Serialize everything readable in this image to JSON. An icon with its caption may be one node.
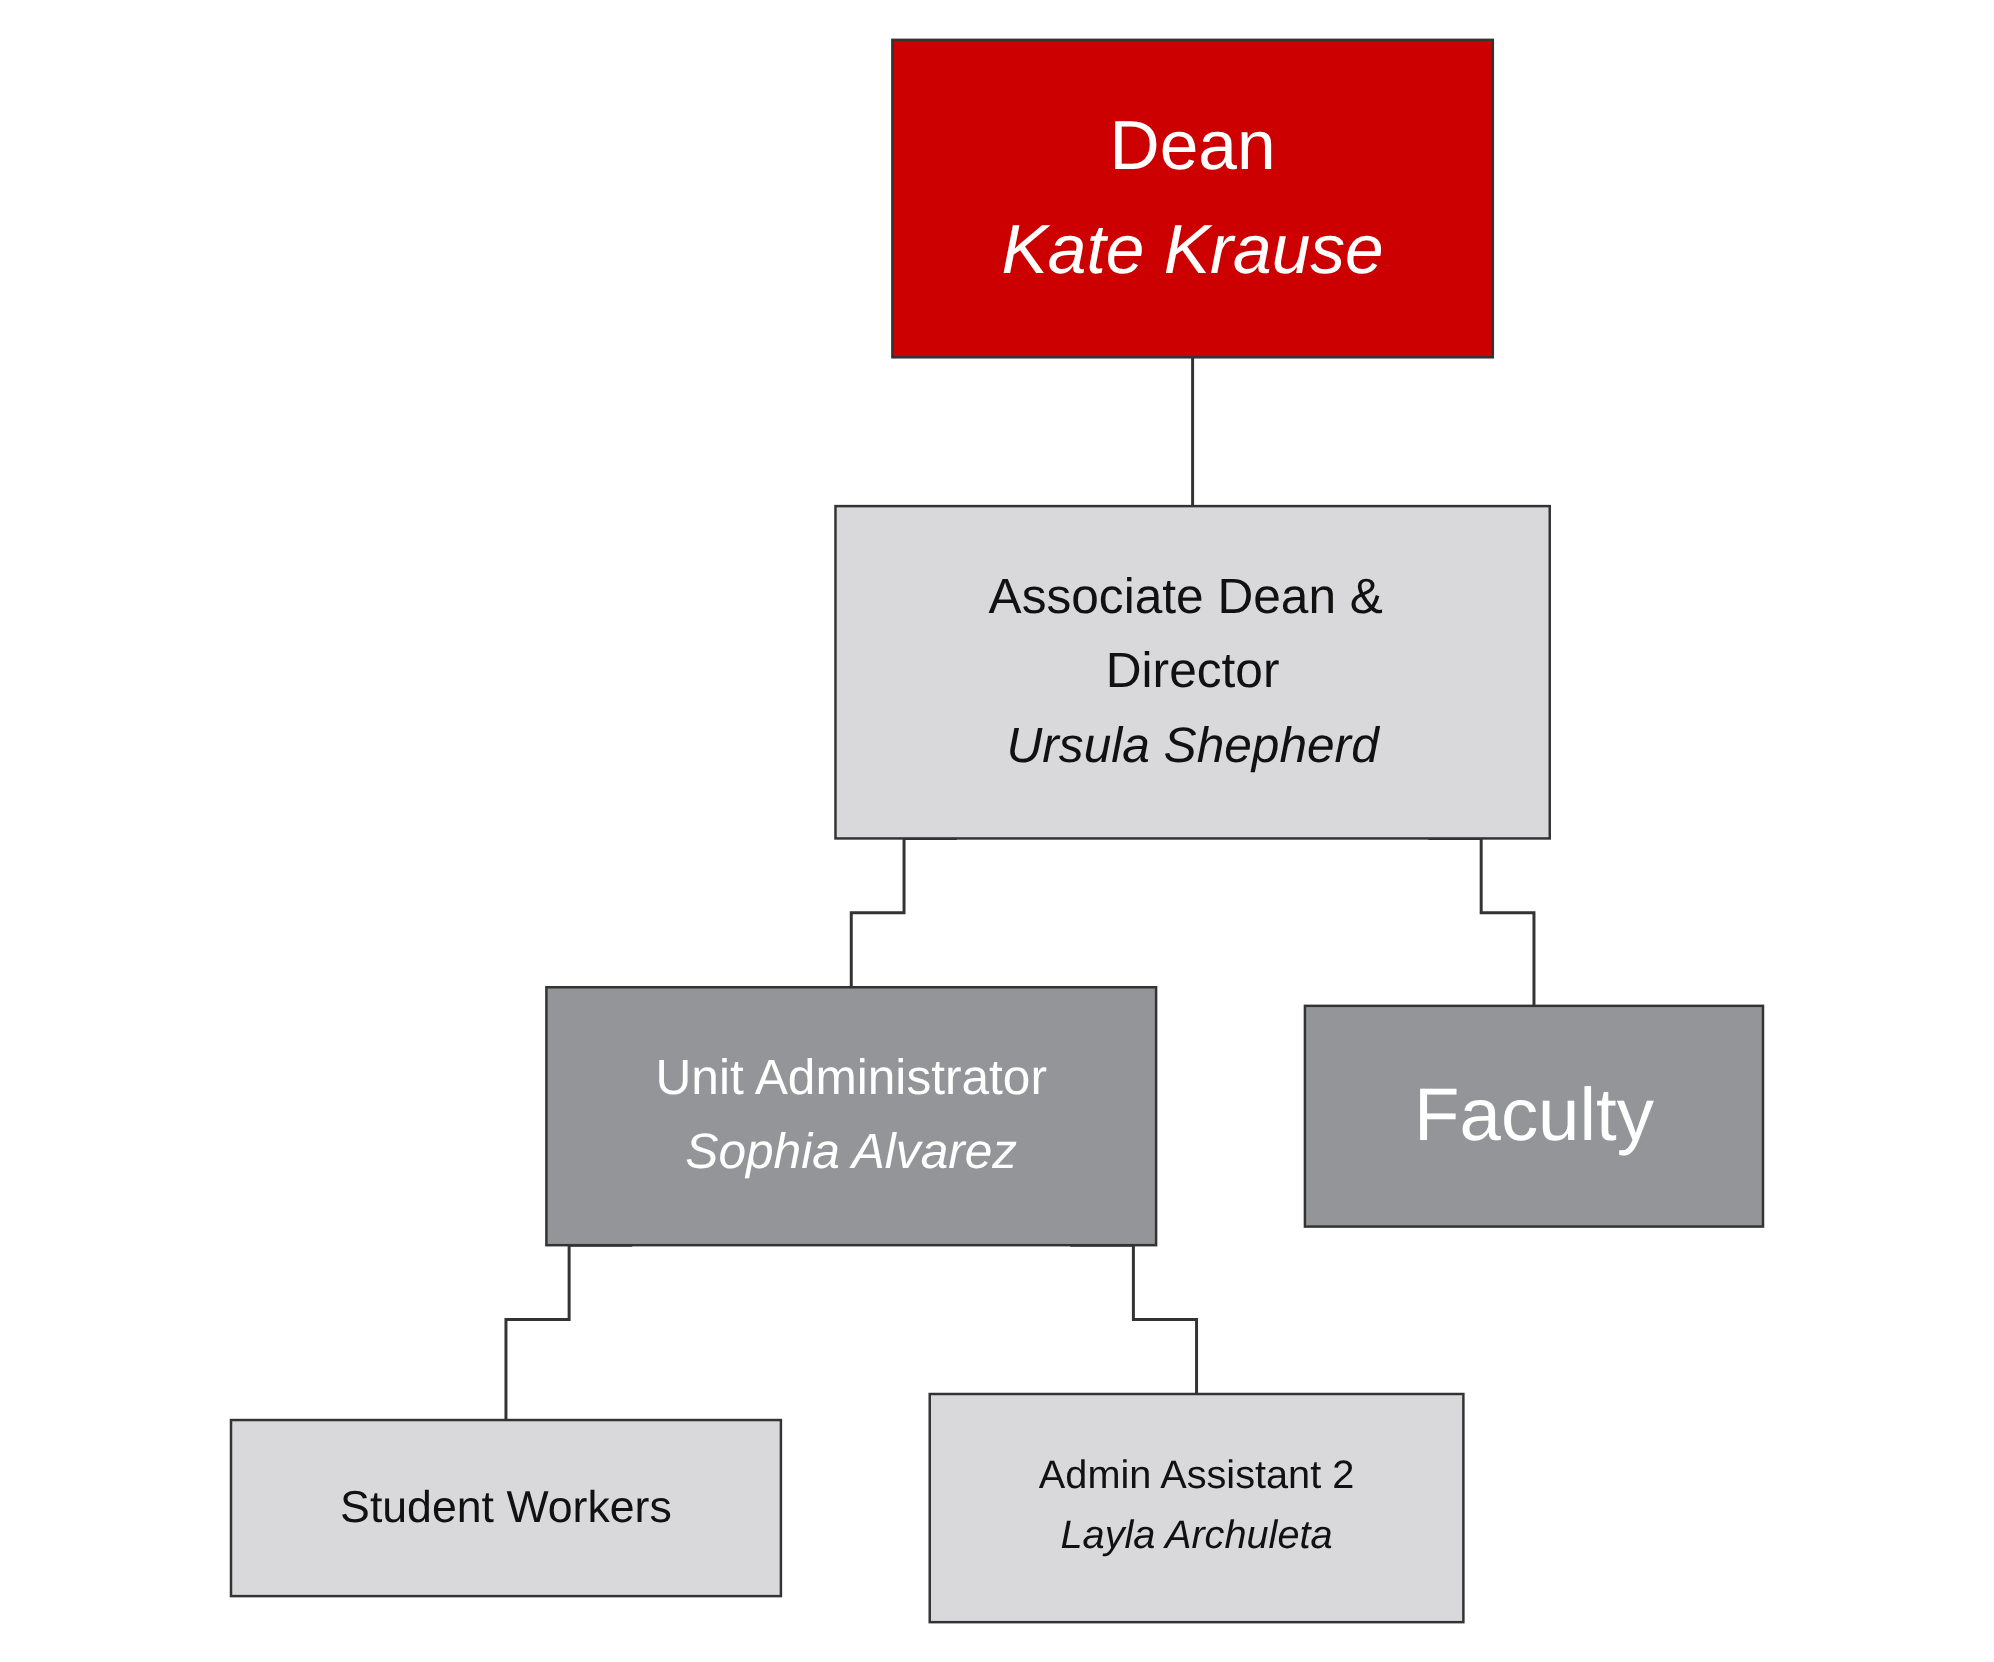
{
  "diagram": {
    "nodes": [
      {
        "text": [
          "Dean",
          "Kate Krause"
        ]
      },
      {
        "text": [
          "Associate Dean & Director",
          "Ursula Shepherd"
        ]
      },
      {
        "text": [
          "Unit Administrator",
          "Sophia Alvarez"
        ]
      },
      {
        "text": [
          "Faculty"
        ]
      },
      {
        "text": [
          "Student Workers"
        ]
      },
      {
        "text": [
          "Admin Assistant 2",
          "Layla Archuleta"
        ]
      }
    ],
    "edges": [
      {
        "from": 0,
        "to": 1,
        "arrow": "none"
      },
      {
        "from": 1,
        "to": 2,
        "arrow": "none"
      },
      {
        "from": 1,
        "to": 3,
        "arrow": "none"
      },
      {
        "from": 2,
        "to": 4,
        "arrow": "none"
      },
      {
        "from": 2,
        "to": 5,
        "arrow": "none"
      }
    ]
  }
}
